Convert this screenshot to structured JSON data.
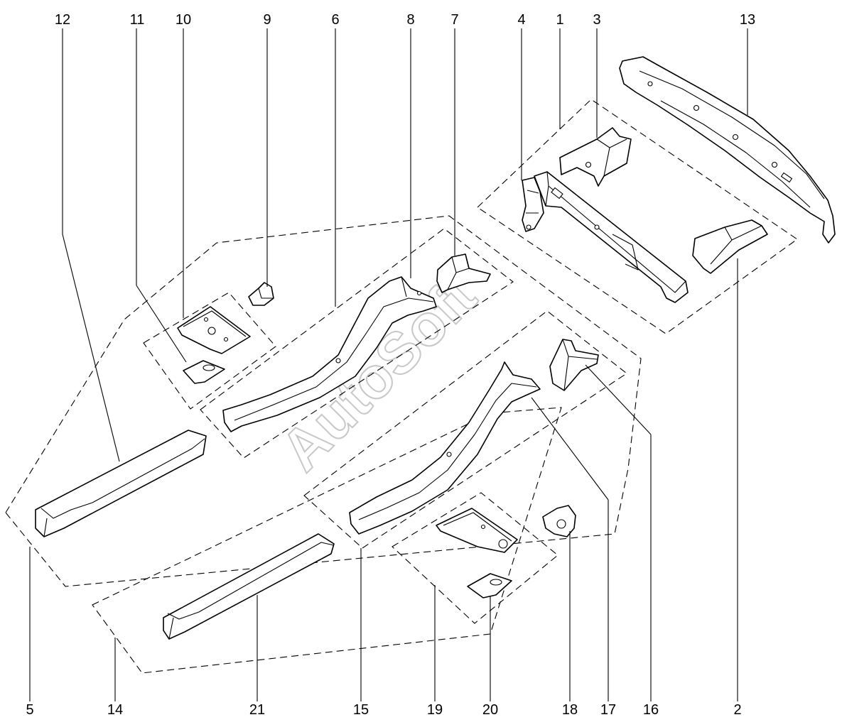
{
  "watermark": "AutoSoft",
  "callouts": [
    "12",
    "11",
    "10",
    "9",
    "6",
    "8",
    "7",
    "4",
    "1",
    "3",
    "13",
    "5",
    "14",
    "21",
    "15",
    "19",
    "20",
    "18",
    "17",
    "16",
    "2"
  ],
  "colors": {
    "line": "#000000",
    "background": "#ffffff",
    "watermark": "#c8c8c8"
  }
}
